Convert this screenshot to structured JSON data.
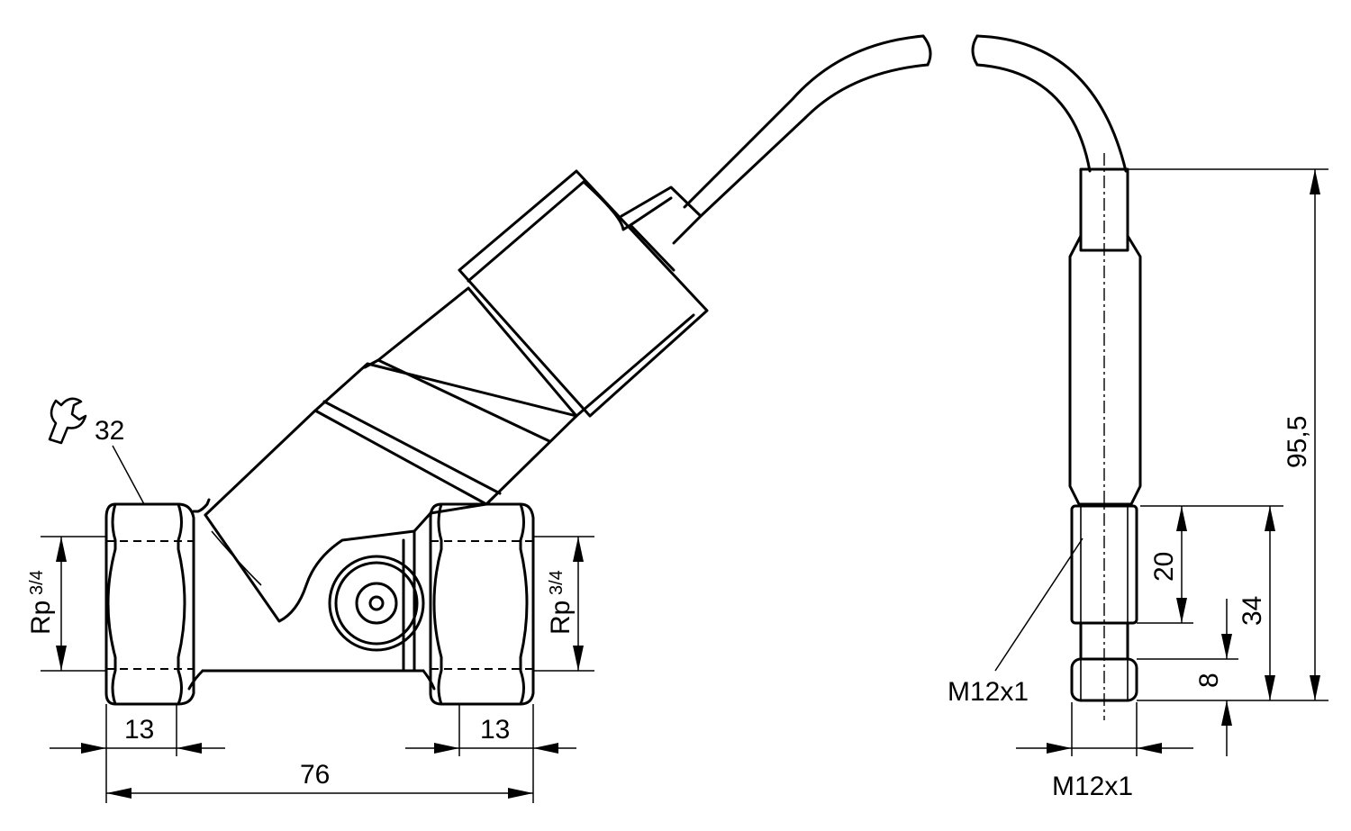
{
  "dimensions": {
    "wrench_size": "32",
    "thread_left": "Rp",
    "thread_right": "Rp",
    "thread_fraction": "3/4",
    "port_length_left": "13",
    "port_length_right": "13",
    "overall_length": "76",
    "cable_length": "95,5",
    "connector_nut_length": "20",
    "connector_total": "34",
    "connector_pin": "8",
    "connector_thread_leader": "M12x1",
    "connector_thread_bottom": "M12x1"
  }
}
